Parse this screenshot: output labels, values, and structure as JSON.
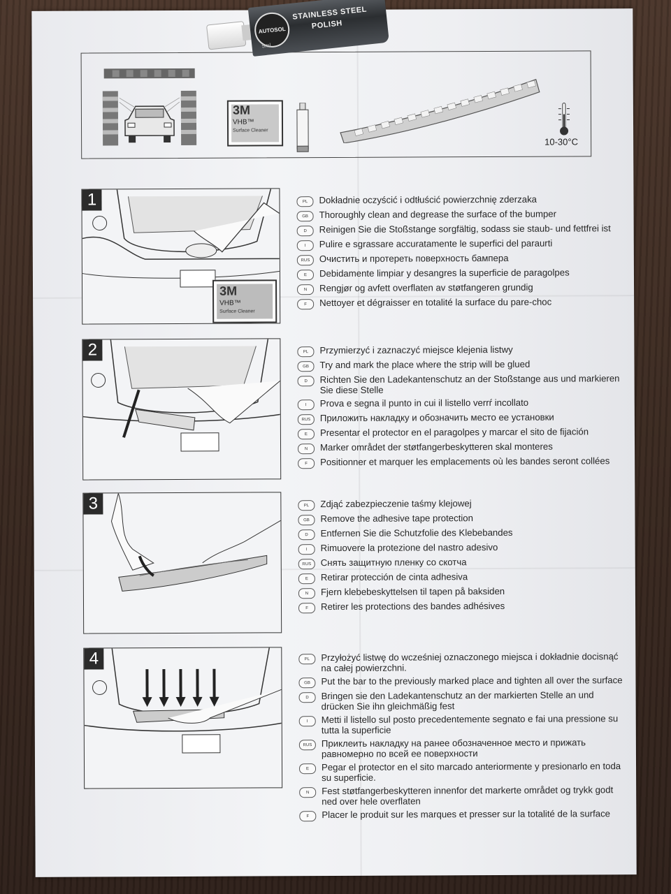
{
  "tube": {
    "logo": "AUTOSOL",
    "label_line1": "STAINLESS STEEL",
    "label_line2": "POLISH",
    "size": "5ml"
  },
  "header": {
    "box_brand": "3M",
    "box_product": "VHB™",
    "box_desc": "Surface Cleaner",
    "temperature": "10-30°C"
  },
  "steps": [
    {
      "num": "1",
      "lines": [
        {
          "code": "PL",
          "text": "Dokładnie oczyścić i odtłuścić powierzchnię zderzaka"
        },
        {
          "code": "GB",
          "text": "Thoroughly clean and degrease the surface of the bumper"
        },
        {
          "code": "D",
          "text": "Reinigen Sie die Stoßstange sorgfältig, sodass sie staub- und fettfrei ist"
        },
        {
          "code": "I",
          "text": "Pulire e sgrassare accuratamente le superfici del paraurti"
        },
        {
          "code": "RUS",
          "text": "Очистить и протереть поверхность бампера"
        },
        {
          "code": "E",
          "text": "Debidamente limpiar y desangres la superficie de paragolpes"
        },
        {
          "code": "N",
          "text": "Rengjør og avfett overflaten av støtfangeren grundig"
        },
        {
          "code": "F",
          "text": "Nettoyer et dégraisser en totalité la surface du pare-choc"
        }
      ],
      "box_brand": "3M",
      "box_product": "VHB™",
      "box_desc": "Surface Cleaner"
    },
    {
      "num": "2",
      "lines": [
        {
          "code": "PL",
          "text": "Przymierzyć i zaznaczyć miejsce klejenia listwy"
        },
        {
          "code": "GB",
          "text": "Try  and mark the place where the strip will be glued"
        },
        {
          "code": "D",
          "text": "Richten Sie den Ladekantenschutz an der Stoßstange aus und markieren Sie diese Stelle"
        },
        {
          "code": "I",
          "text": "Prova e segna il punto in cui il listello verrŕ incollato"
        },
        {
          "code": "RUS",
          "text": "Приложить накладку и обозначить место ее установки"
        },
        {
          "code": "E",
          "text": "Presentar el protector en el paragolpes y marcar el sito de fijación"
        },
        {
          "code": "N",
          "text": "Marker området der støtfangerbeskytteren skal monteres"
        },
        {
          "code": "F",
          "text": "Positionner et marquer les emplacements où les bandes seront collées"
        }
      ]
    },
    {
      "num": "3",
      "lines": [
        {
          "code": "PL",
          "text": "Zdjąć zabezpieczenie taśmy klejowej"
        },
        {
          "code": "GB",
          "text": "Remove the adhesive tape protection"
        },
        {
          "code": "D",
          "text": "Entfernen Sie die Schutzfolie des Klebebandes"
        },
        {
          "code": "I",
          "text": "Rimuovere la protezione del nastro adesivo"
        },
        {
          "code": "RUS",
          "text": "Снять защитную пленку со скотча"
        },
        {
          "code": "E",
          "text": "Retirar protección de cinta adhesiva"
        },
        {
          "code": "N",
          "text": "Fjern klebebeskyttelsen til tapen på baksiden"
        },
        {
          "code": "F",
          "text": "Retirer les protections des bandes adhésives"
        }
      ]
    },
    {
      "num": "4",
      "lines": [
        {
          "code": "PL",
          "text": "Przyłożyć listwę do wcześniej oznaczonego miejsca i dokładnie docisnąć na całej powierzchni."
        },
        {
          "code": "GB",
          "text": "Put the bar to the previously marked place and tighten all over the surface"
        },
        {
          "code": "D",
          "text": "Bringen sie den Ladekantenschutz an der markierten Stelle an und drücken Sie ihn gleichmäßig fest"
        },
        {
          "code": "I",
          "text": "Metti il listello  sul posto precedentemente segnato e fai una pressione su tutta la superficie"
        },
        {
          "code": "RUS",
          "text": "Приклеить накладку на ранее обозначенное место и прижать равномерно по всей ее поверхности"
        },
        {
          "code": "E",
          "text": "Pegar el protector en el sito marcado anteriormente y presionarlo en toda su superficie."
        },
        {
          "code": "N",
          "text": "Fest støtfangerbeskytteren innenfor det markerte området og trykk godt ned over hele overflaten"
        },
        {
          "code": "F",
          "text": "Placer le produit sur les marques et presser sur la totalité de la surface"
        }
      ]
    }
  ]
}
